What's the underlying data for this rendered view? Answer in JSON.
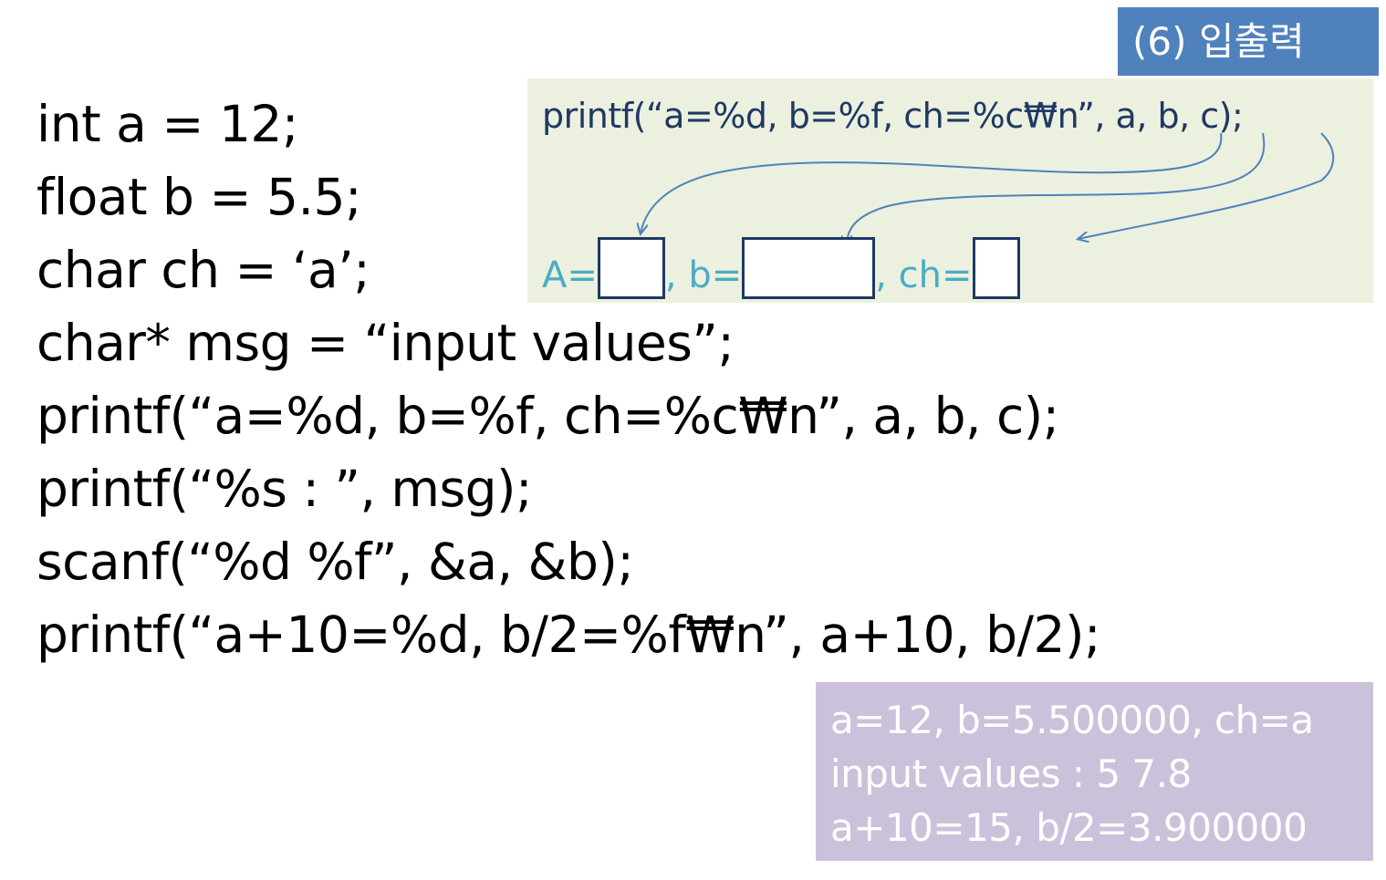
{
  "title": "(6) 입출력",
  "code_lines": [
    "int a = 12;",
    "float b = 5.5;",
    "char ch = ‘a’;",
    "char* msg = “input values”;",
    "printf(“a=%d, b=%f, ch=%c₩n”, a, b, c);",
    "printf(“%s : ”, msg);",
    "scanf(“%d %f”, &a, &b);",
    "printf(“a+10=%d, b/2=%f₩n”, a+10, b/2);"
  ],
  "callout": {
    "code": "printf(“a=%d, b=%f, ch=%c₩n”, a, b, c);",
    "label_a": "A=",
    "label_b": ", b=",
    "label_ch": ", ch="
  },
  "output_lines": [
    "a=12, b=5.500000, ch=a",
    "input values : 5 7.8",
    "a+10=15, b/2=3.900000"
  ],
  "colors": {
    "title_bg": "#4f81bd",
    "callout_bg": "#ebf1de",
    "callout_text": "#1f3864",
    "format_text": "#4bacc6",
    "arrow": "#4f81bd",
    "output_bg": "#ccc1da"
  }
}
